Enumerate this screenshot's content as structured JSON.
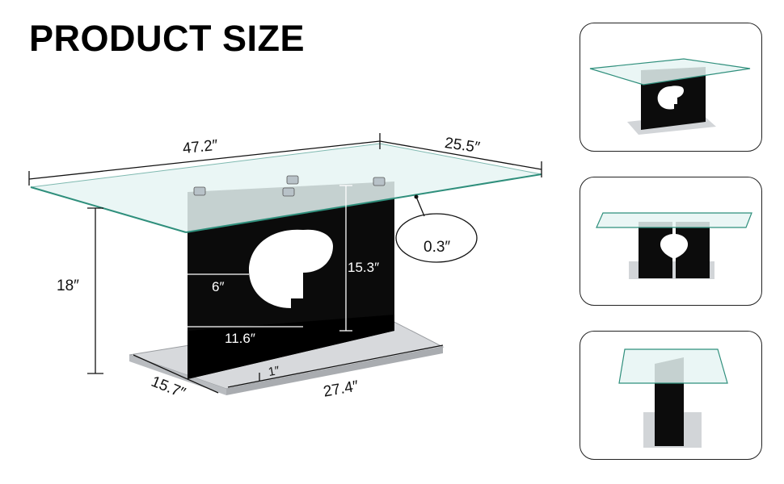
{
  "header": {
    "title": "PRODUCT SIZE"
  },
  "dimensions": {
    "length": "47.2″",
    "width": "25.5″",
    "height": "18″",
    "glass_thickness": "0.3″",
    "pedestal_height": "15.3″",
    "opening_width": "6″",
    "pedestal_width": "11.6″",
    "base_thickness": "1″",
    "base_length": "27.4″",
    "base_width": "15.7″"
  },
  "thumbnails": [
    {
      "view": "perspective-view"
    },
    {
      "view": "front-view"
    },
    {
      "view": "side-view"
    }
  ],
  "colors": {
    "glass": "#cfe9e6",
    "glass_edge": "#2f8f7c",
    "pedestal": "#0c0c0c",
    "base": "#c9cccf"
  }
}
